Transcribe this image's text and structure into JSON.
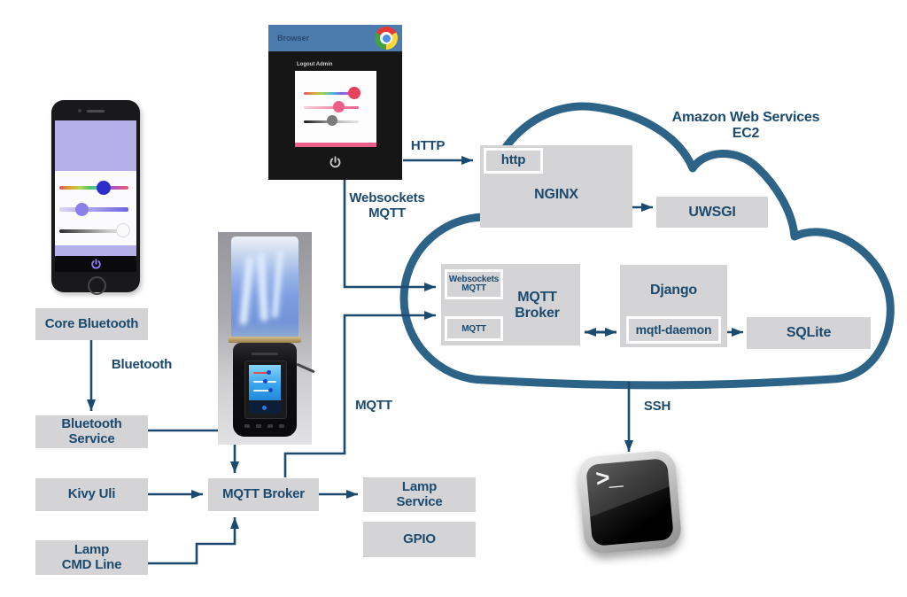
{
  "colors": {
    "accent_text": "#1b4a6e",
    "arrow": "#1b4a6e",
    "cloud_stroke": "#2d6386",
    "node_fill": "#d4d4d6",
    "browser_titlebar": "#4c7bad",
    "browser_pink": "#ef5f8a",
    "phone_lavender": "#b6b0e8"
  },
  "cloud": {
    "title": "Amazon Web Services\nEC2",
    "nginx": {
      "label": "NGINX",
      "badge": "http"
    },
    "uwsgi": {
      "label": "UWSGI"
    },
    "mqtt_broker": {
      "label": "MQTT\nBroker",
      "badge_websockets": "Websockets\nMQTT",
      "badge_mqtt": "MQTT"
    },
    "django": {
      "label": "Django",
      "badge": "mqtl-daemon"
    },
    "sqlite": {
      "label": "SQLite"
    }
  },
  "nodes": {
    "core_bluetooth": "Core Bluetooth",
    "bluetooth_service": "Bluetooth\nService",
    "kivy_uli": "Kivy Uli",
    "lamp_cmd_line": "Lamp\nCMD Line",
    "mqtt_broker": "MQTT Broker",
    "lamp_service": "Lamp\nService",
    "gpio": "GPIO"
  },
  "edge_labels": {
    "http": "HTTP",
    "websockets_mqtt": "Websockets\nMQTT",
    "mqtt": "MQTT",
    "bluetooth": "Bluetooth",
    "ssh": "SSH"
  },
  "browser": {
    "title": "Browser",
    "logout_text": "Logout Admin"
  },
  "terminal": {
    "prompt": ">_"
  }
}
